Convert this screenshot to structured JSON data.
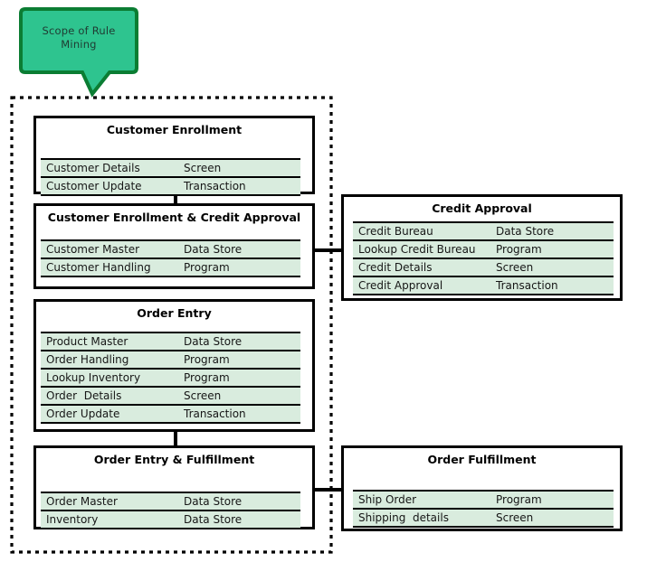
{
  "diagram": {
    "callout": {
      "text": "Scope of Rule Mining",
      "lines": [
        "Scope of Rule",
        "Mining"
      ]
    },
    "boxes": {
      "customer_enrollment": {
        "title": "Customer Enrollment",
        "rows": [
          {
            "name": "Customer Details",
            "type": "Screen"
          },
          {
            "name": "Customer Update",
            "type": "Transaction"
          }
        ]
      },
      "customer_enrollment_credit_approval": {
        "title": "Customer Enrollment & Credit Approval",
        "rows": [
          {
            "name": "Customer Master",
            "type": "Data Store"
          },
          {
            "name": "Customer Handling",
            "type": "Program"
          }
        ]
      },
      "credit_approval": {
        "title": "Credit Approval",
        "rows": [
          {
            "name": "Credit Bureau",
            "type": "Data Store"
          },
          {
            "name": "Lookup Credit Bureau",
            "type": "Program"
          },
          {
            "name": "Credit Details",
            "type": "Screen"
          },
          {
            "name": "Credit Approval",
            "type": "Transaction"
          }
        ]
      },
      "order_entry": {
        "title": "Order Entry",
        "rows": [
          {
            "name": "Product Master",
            "type": "Data Store"
          },
          {
            "name": "Order Handling",
            "type": "Program"
          },
          {
            "name": "Lookup Inventory",
            "type": "Program"
          },
          {
            "name": "Order  Details",
            "type": "Screen"
          },
          {
            "name": "Order Update",
            "type": "Transaction"
          }
        ]
      },
      "order_entry_fulfillment": {
        "title": "Order Entry & Fulfillment",
        "rows": [
          {
            "name": "Order Master",
            "type": "Data Store"
          },
          {
            "name": "Inventory",
            "type": "Data Store"
          }
        ]
      },
      "order_fulfillment": {
        "title": "Order Fulfillment",
        "rows": [
          {
            "name": "Ship Order",
            "type": "Program"
          },
          {
            "name": "Shipping  details",
            "type": "Screen"
          }
        ]
      }
    },
    "colors": {
      "callout_fill": "#2EC48F",
      "callout_border": "#0B7D33",
      "row_bg": "#D9ECDE",
      "line": "#000000"
    }
  }
}
